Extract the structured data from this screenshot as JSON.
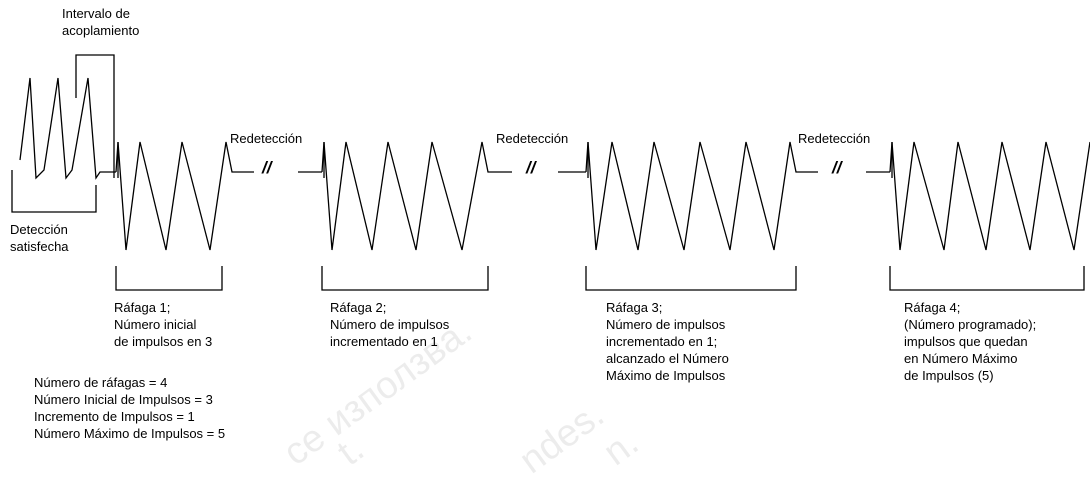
{
  "coupling_interval_label": [
    "Intervalo de",
    "acoplamiento"
  ],
  "detection_label": [
    "Detección",
    "satisfecha"
  ],
  "redetection_labels": [
    "Redetección",
    "Redetección",
    "Redetección"
  ],
  "break_marks": [
    "//",
    "//",
    "//"
  ],
  "bursts": [
    {
      "lines": [
        "Ráfaga 1;",
        "Número inicial",
        "de impulsos en 3"
      ]
    },
    {
      "lines": [
        "Ráfaga 2;",
        "Número de impulsos",
        "incrementado en 1"
      ]
    },
    {
      "lines": [
        "Ráfaga 3;",
        "Número de impulsos",
        "incrementado en 1;",
        "alcanzado el Número",
        "Máximo de Impulsos"
      ]
    },
    {
      "lines": [
        "Ráfaga 4;",
        "(Número programado);",
        "impulsos que quedan",
        "en Número Máximo",
        "de Impulsos (5)"
      ]
    }
  ],
  "parameters": [
    "Número de ráfagas = 4",
    "Número Inicial de Impulsos = 3",
    "Incremento de Impulsos = 1",
    "Número Máximo de Impulsos = 5"
  ],
  "watermark": [
    "се използва.",
    "ndes.",
    "t.",
    "n."
  ]
}
